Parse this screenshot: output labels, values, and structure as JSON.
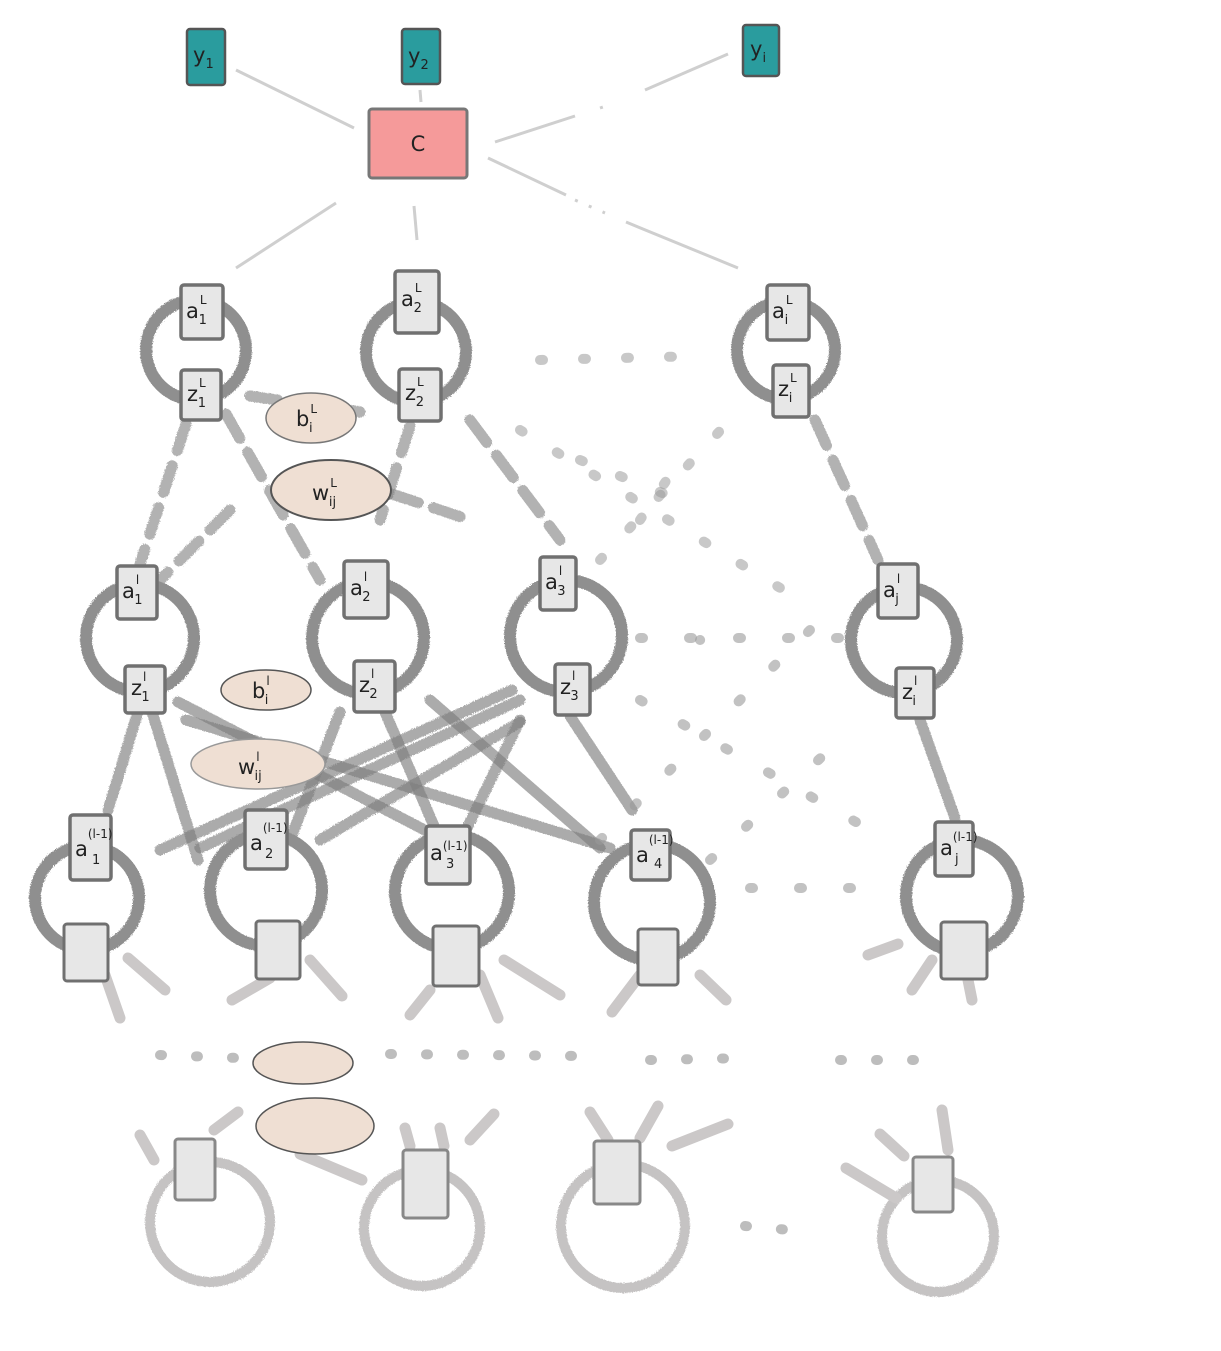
{
  "outputs": [
    {
      "base": "y",
      "sub": "1"
    },
    {
      "base": "y",
      "sub": "2"
    },
    {
      "base": "y",
      "sub": "i"
    }
  ],
  "cost": {
    "label": "C"
  },
  "layer_L": {
    "nodes": [
      {
        "a": {
          "base": "a",
          "sub": "1",
          "sup": "L"
        },
        "z": {
          "base": "z",
          "sub": "1",
          "sup": "L"
        }
      },
      {
        "a": {
          "base": "a",
          "sub": "2",
          "sup": "L"
        },
        "z": {
          "base": "z",
          "sub": "2",
          "sup": "L"
        }
      },
      {
        "a": {
          "base": "a",
          "sub": "i",
          "sup": "L"
        },
        "z": {
          "base": "z",
          "sub": "i",
          "sup": "L"
        }
      }
    ],
    "bias": {
      "base": "b",
      "sub": "i",
      "sup": "L"
    },
    "weight": {
      "base": "w",
      "sub": "ij",
      "sup": "L"
    }
  },
  "layer_l": {
    "nodes": [
      {
        "a": {
          "base": "a",
          "sub": "1",
          "sup": "l"
        },
        "z": {
          "base": "z",
          "sub": "1",
          "sup": "l"
        }
      },
      {
        "a": {
          "base": "a",
          "sub": "2",
          "sup": "l"
        },
        "z": {
          "base": "z",
          "sub": "2",
          "sup": "l"
        }
      },
      {
        "a": {
          "base": "a",
          "sub": "3",
          "sup": "l"
        },
        "z": {
          "base": "z",
          "sub": "3",
          "sup": "l"
        }
      },
      {
        "a": {
          "base": "a",
          "sub": "j",
          "sup": "l"
        },
        "z": {
          "base": "z",
          "sub": "i",
          "sup": "l"
        }
      }
    ],
    "bias": {
      "base": "b",
      "sub": "i",
      "sup": "l"
    },
    "weight": {
      "base": "w",
      "sub": "ij",
      "sup": "l"
    }
  },
  "layer_l_minus_1": {
    "nodes": [
      {
        "a": {
          "base": "a",
          "sub": "1",
          "sup": "(l-1)"
        }
      },
      {
        "a": {
          "base": "a",
          "sub": "2",
          "sup": "(l-1)"
        }
      },
      {
        "a": {
          "base": "a",
          "sub": "3",
          "sup": "(l-1)"
        }
      },
      {
        "a": {
          "base": "a",
          "sub": "4",
          "sup": "(l-1)"
        }
      },
      {
        "a": {
          "base": "a",
          "sub": "j",
          "sup": "(l-1)"
        }
      }
    ]
  },
  "colors": {
    "output_box": "#2a9c9e",
    "cost_box": "#f59a9a",
    "node_box": "#e7e7e7",
    "param_ellipse": "#efdfd3",
    "connection": "#8a8a8a",
    "ring": "#9a9a9a"
  }
}
